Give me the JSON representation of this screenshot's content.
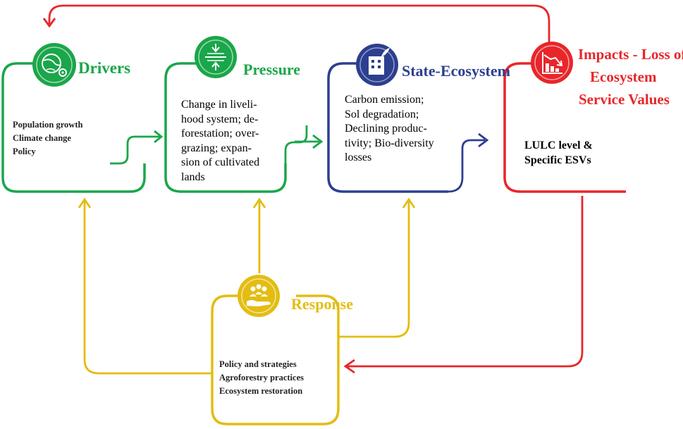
{
  "drivers": {
    "title": "Drivers",
    "items": [
      "Population growth",
      "Climate change",
      "Policy"
    ],
    "color": "#1aa64a",
    "icon": "globe-gear-icon"
  },
  "pressure": {
    "title": "Pressure",
    "lines": [
      "Change in liveli-",
      "hood system; de-",
      "forestation; over-",
      "grazing; expan-",
      "sion of cultivated",
      "lands"
    ],
    "color": "#1aa64a",
    "icon": "compress-arrows-icon"
  },
  "state": {
    "title": "State-Ecosystem",
    "lines": [
      "Carbon emission;",
      "Sol degradation;",
      "Declining produc-",
      "tivity; Bio-diversity",
      "losses"
    ],
    "color": "#2c3f8f",
    "icon": "building-plant-icon"
  },
  "impacts": {
    "title_lines": [
      "Impacts - Loss of",
      "Ecosystem",
      "Service Values"
    ],
    "lines": [
      "LULC level &",
      "Specific ESVs"
    ],
    "color": "#e8262a",
    "icon": "declining-chart-icon"
  },
  "response": {
    "title": "Response",
    "items": [
      "Policy and strategies",
      "Agroforestry practices",
      "Ecosystem restoration"
    ],
    "color": "#e3bd12",
    "icon": "hand-people-icon"
  }
}
